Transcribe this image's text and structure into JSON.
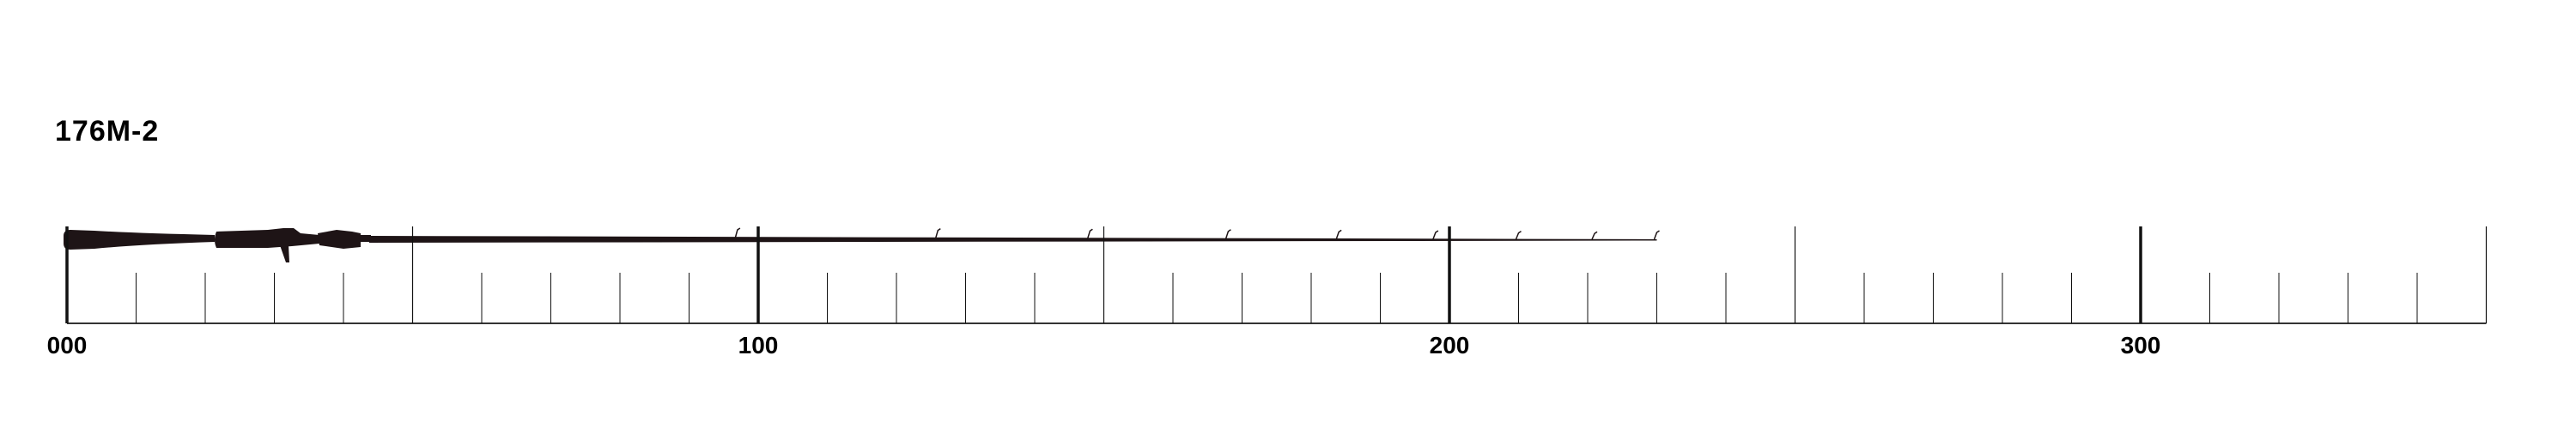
{
  "model_name": "176M-2",
  "ruler": {
    "max": 350,
    "minor_step": 10,
    "mid_step": 50,
    "major_step": 100,
    "labels": [
      {
        "value": 0,
        "text": "000"
      },
      {
        "value": 100,
        "text": "100"
      },
      {
        "value": 200,
        "text": "200"
      },
      {
        "value": 300,
        "text": "300"
      }
    ]
  },
  "rod": {
    "color": "#1e1416",
    "length_units": 230,
    "guide_positions_units": [
      97,
      126,
      148,
      168,
      184,
      198,
      210,
      221,
      230
    ]
  }
}
